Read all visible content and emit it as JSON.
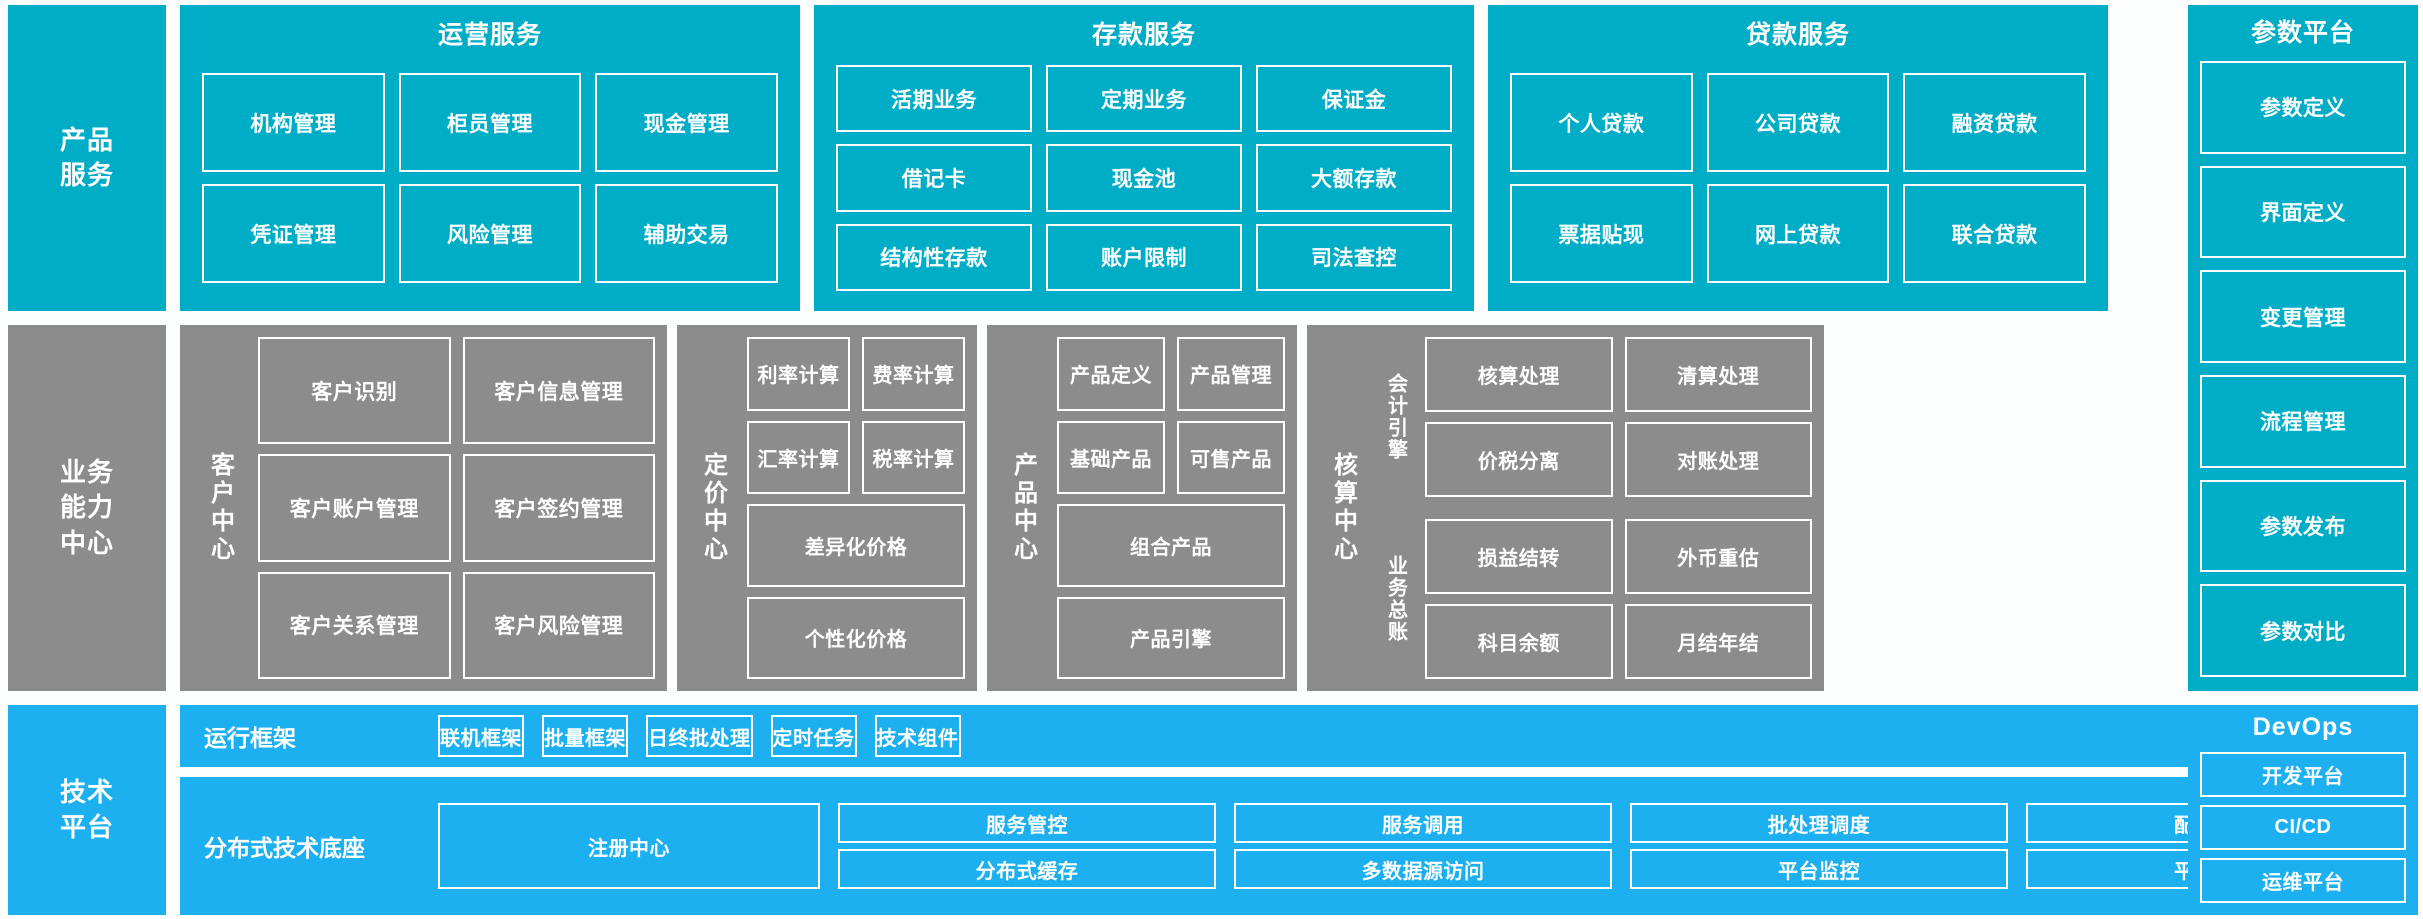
{
  "colors": {
    "teal": "#00ADC6",
    "gray": "#8C8C8C",
    "bright_blue": "#1CB0F0",
    "border": "#FFFFFF",
    "background": "#FDFEFE"
  },
  "rows": [
    {
      "label": "产品\n服务",
      "groups": [
        {
          "title": "运营服务",
          "tiles": [
            "机构管理",
            "柜员管理",
            "现金管理",
            "凭证管理",
            "风险管理",
            "辅助交易"
          ]
        },
        {
          "title": "存款服务",
          "tiles": [
            "活期业务",
            "定期业务",
            "保证金",
            "借记卡",
            "现金池",
            "大额存款",
            "结构性存款",
            "账户限制",
            "司法查控"
          ]
        },
        {
          "title": "贷款服务",
          "tiles": [
            "个人贷款",
            "公司贷款",
            "融资贷款",
            "票据贴现",
            "网上贷款",
            "联合贷款"
          ]
        }
      ]
    },
    {
      "label": "业务\n能力\n中心",
      "centers": [
        {
          "name": "客户中心",
          "tiles": [
            "客户识别",
            "客户信息管理",
            "客户账户管理",
            "客户签约管理",
            "客户关系管理",
            "客户风险管理"
          ],
          "wide": []
        },
        {
          "name": "定价中心",
          "tiles": [
            "利率计算",
            "费率计算",
            "汇率计算",
            "税率计算"
          ],
          "wide": [
            "差异化价格",
            "个性化价格"
          ]
        },
        {
          "name": "产品中心",
          "tiles": [
            "产品定义",
            "产品管理",
            "基础产品",
            "可售产品"
          ],
          "wide": [
            "组合产品",
            "产品引擎"
          ]
        },
        {
          "name": "核算中心",
          "subgroups": [
            {
              "name": "会计引擎",
              "tiles": [
                "核算处理",
                "清算处理",
                "价税分离",
                "对账处理"
              ]
            },
            {
              "name": "业务总账",
              "tiles": [
                "损益结转",
                "外币重估",
                "科目余额",
                "月结年结"
              ]
            }
          ]
        }
      ]
    },
    {
      "label": "技术\n平台",
      "bands": [
        {
          "name": "运行框架",
          "tiles": [
            "联机框架",
            "批量框架",
            "日终批处理",
            "定时任务",
            "技术组件"
          ]
        },
        {
          "name": "分布式技术底座",
          "lead": "注册中心",
          "columns": [
            [
              "服务管控",
              "分布式缓存"
            ],
            [
              "服务调用",
              "多数据源访问"
            ],
            [
              "批处理调度",
              "平台监控"
            ],
            [
              "配置管理",
              "平台运维"
            ]
          ]
        }
      ]
    }
  ],
  "side_panels": [
    {
      "title": "参数平台",
      "items": [
        "参数定义",
        "界面定义",
        "变更管理",
        "流程管理",
        "参数发布",
        "参数对比"
      ]
    },
    {
      "title": "DevOps",
      "items": [
        "开发平台",
        "CI/CD",
        "运维平台"
      ]
    }
  ]
}
